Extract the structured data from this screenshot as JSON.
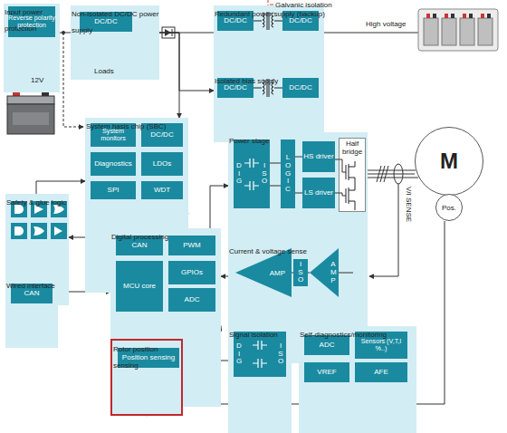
{
  "diagram": {
    "nodes": [
      {
        "text": [
          "Input power protection"
        ]
      },
      {
        "text": [
          "Reverse polarity protection"
        ],
        "in": 0
      },
      {
        "text": [
          "Non-isolated DC/DC power supply"
        ]
      },
      {
        "text": [
          "DC/DC"
        ],
        "in": 2
      },
      {
        "text": [
          "Redundant power supply (backup)"
        ]
      },
      {
        "text": [
          "DC/DC"
        ],
        "in": 4
      },
      {
        "text": [
          "DC/DC"
        ],
        "in": 4
      },
      {
        "text": [
          "Isolated bias supply"
        ]
      },
      {
        "text": [
          "DC/DC"
        ],
        "in": 7
      },
      {
        "text": [
          "DC/DC"
        ],
        "in": 7
      },
      {
        "text": [
          "System basis chip (SBC)"
        ]
      },
      {
        "text": [
          "System monitors"
        ],
        "in": 10
      },
      {
        "text": [
          "DC/DC"
        ],
        "in": 10
      },
      {
        "text": [
          "Diagnostics"
        ],
        "in": 10
      },
      {
        "text": [
          "LDOs"
        ],
        "in": 10
      },
      {
        "text": [
          "SPI"
        ],
        "in": 10
      },
      {
        "text": [
          "WDT"
        ],
        "in": 10
      },
      {
        "text": [
          "Power stage"
        ]
      },
      {
        "text": [
          "DIG",
          "ISO"
        ],
        "in": 17
      },
      {
        "text": [
          "LOGIC"
        ],
        "in": 17
      },
      {
        "text": [
          "HS driver"
        ],
        "in": 17
      },
      {
        "text": [
          "LS driver"
        ],
        "in": 17
      },
      {
        "text": [
          "Half bridge"
        ],
        "in": 17
      },
      {
        "text": [
          "Current & voltage sense"
        ]
      },
      {
        "text": [
          "AMP"
        ],
        "in": 23
      },
      {
        "text": [
          "ISO"
        ],
        "in": 23
      },
      {
        "text": [
          "AMP"
        ],
        "in": 23
      },
      {
        "text": [
          "Safety & glue logic"
        ]
      },
      {
        "text": [
          "Wired interface"
        ]
      },
      {
        "text": [
          "CAN"
        ],
        "in": 28
      },
      {
        "text": [
          "Digital processing"
        ]
      },
      {
        "text": [
          "CAN"
        ],
        "in": 30
      },
      {
        "text": [
          "PWM"
        ],
        "in": 30
      },
      {
        "text": [
          "MCU core"
        ],
        "in": 30
      },
      {
        "text": [
          "GPIOs"
        ],
        "in": 30
      },
      {
        "text": [
          "ADC"
        ],
        "in": 30
      },
      {
        "text": [
          "Signal isolation"
        ]
      },
      {
        "text": [
          "DIG",
          "ISO"
        ],
        "in": 36
      },
      {
        "text": [
          "Self-diagnostics/monitoring"
        ]
      },
      {
        "text": [
          "ADC"
        ],
        "in": 38
      },
      {
        "text": [
          "Sensors (V,T,I %..)"
        ],
        "in": 38
      },
      {
        "text": [
          "VREF"
        ],
        "in": 38
      },
      {
        "text": [
          "AFE"
        ],
        "in": 38
      },
      {
        "text": [
          "Rotor position sensing"
        ]
      },
      {
        "text": [
          "Position sensing"
        ],
        "in": 43
      },
      {
        "text": [
          "M"
        ]
      },
      {
        "text": [
          "Pos."
        ]
      }
    ],
    "edges": [
      {
        "from": 0,
        "to": 2,
        "arrow": "none"
      },
      {
        "from": 2,
        "to": 4,
        "arrow": "none"
      },
      {
        "from": 2,
        "to": 10,
        "arrow": "to"
      },
      {
        "from": 2,
        "to": 7,
        "arrow": "to"
      },
      {
        "from": 7,
        "to": 17,
        "arrow": "to"
      },
      {
        "from": 10,
        "to": 30,
        "arrow": "both"
      },
      {
        "from": 27,
        "to": 30,
        "arrow": "both"
      },
      {
        "from": 27,
        "to": 10,
        "arrow": "to"
      },
      {
        "from": 30,
        "to": 17,
        "arrow": "to"
      },
      {
        "from": 23,
        "to": 30,
        "arrow": "to"
      },
      {
        "from": 36,
        "to": 30,
        "arrow": "to"
      },
      {
        "from": 38,
        "to": 36,
        "arrow": "to"
      },
      {
        "from": 28,
        "to": 30,
        "arrow": "both"
      },
      {
        "from": 46,
        "to": 43,
        "arrow": "to"
      },
      {
        "from": 22,
        "to": 45,
        "arrow": "none"
      }
    ],
    "labels": [
      "Galvanic isolation",
      "High voltage",
      "Loads",
      "12V",
      "V/I SENSE"
    ]
  }
}
